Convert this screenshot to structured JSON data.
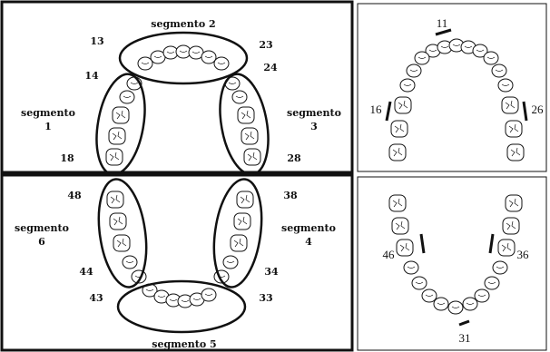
{
  "panels": {
    "upper_left": {
      "segments": {
        "seg2": "segmento 2",
        "seg1": [
          "segmento",
          "1"
        ],
        "seg3": [
          "segmento",
          "3"
        ]
      },
      "teeth": {
        "t13": "13",
        "t23": "23",
        "t14": "14",
        "t24": "24",
        "t18": "18",
        "t28": "28"
      }
    },
    "lower_left": {
      "segments": {
        "seg6": [
          "segmento",
          "6"
        ],
        "seg4": [
          "segmento",
          "4"
        ],
        "seg5": "segmento 5"
      },
      "teeth": {
        "t48": "48",
        "t38": "38",
        "t44": "44",
        "t34": "34",
        "t43": "43",
        "t33": "33"
      }
    },
    "upper_right": {
      "teeth": {
        "t11": "11",
        "t16": "16",
        "t26": "26"
      }
    },
    "lower_right": {
      "teeth": {
        "t46": "46",
        "t36": "36",
        "t31": "31"
      }
    }
  }
}
